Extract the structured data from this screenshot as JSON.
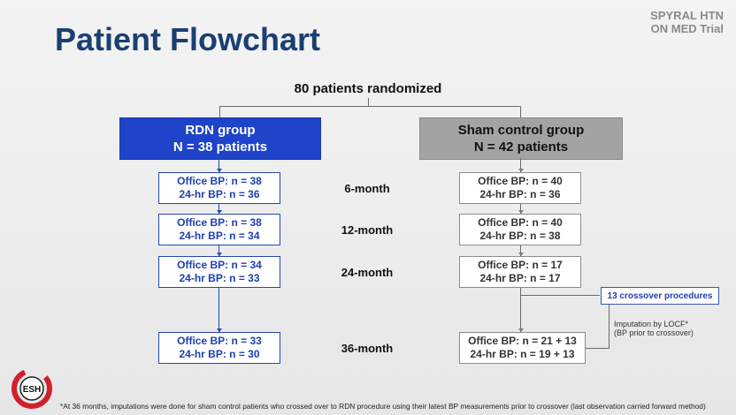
{
  "title": "Patient Flowchart",
  "trial": {
    "line1": "SPYRAL HTN",
    "line2": "ON MED Trial"
  },
  "root_label": "80 patients randomized",
  "rdn": {
    "name": "RDN group",
    "n": "N = 38 patients",
    "timepoints": [
      {
        "office": "Office BP: n = 38",
        "ambulatory": "24-hr BP: n = 36"
      },
      {
        "office": "Office BP: n = 38",
        "ambulatory": "24-hr BP: n = 34"
      },
      {
        "office": "Office BP: n = 34",
        "ambulatory": "24-hr BP: n = 33"
      },
      {
        "office": "Office BP: n = 33",
        "ambulatory": "24-hr BP: n = 30"
      }
    ]
  },
  "sham": {
    "name": "Sham control group",
    "n": "N = 42 patients",
    "timepoints": [
      {
        "office": "Office BP: n = 40",
        "ambulatory": "24-hr BP: n = 36"
      },
      {
        "office": "Office BP: n = 40",
        "ambulatory": "24-hr BP: n = 38"
      },
      {
        "office": "Office BP: n = 17",
        "ambulatory": "24-hr BP: n = 17"
      },
      {
        "office": "Office BP: n = 21 + 13",
        "ambulatory": "24-hr BP: n = 19 + 13"
      }
    ]
  },
  "timepoint_labels": [
    "6-month",
    "12-month",
    "24-month",
    "36-month"
  ],
  "crossover": "13 crossover procedures",
  "imputation": {
    "line1": "Imputation by LOCF*",
    "line2": "(BP prior to crossover)"
  },
  "footnote": "*At 36 months, imputations were done for sham control patients who crossed over to RDN procedure using their latest BP measurements prior to crossover (last observation carried forward method)",
  "logo_text": "ESH",
  "colors": {
    "title": "#1a3f73",
    "rdn": "#1f43c9",
    "sham": "#a3a3a3",
    "logo_red": "#d0202b"
  }
}
